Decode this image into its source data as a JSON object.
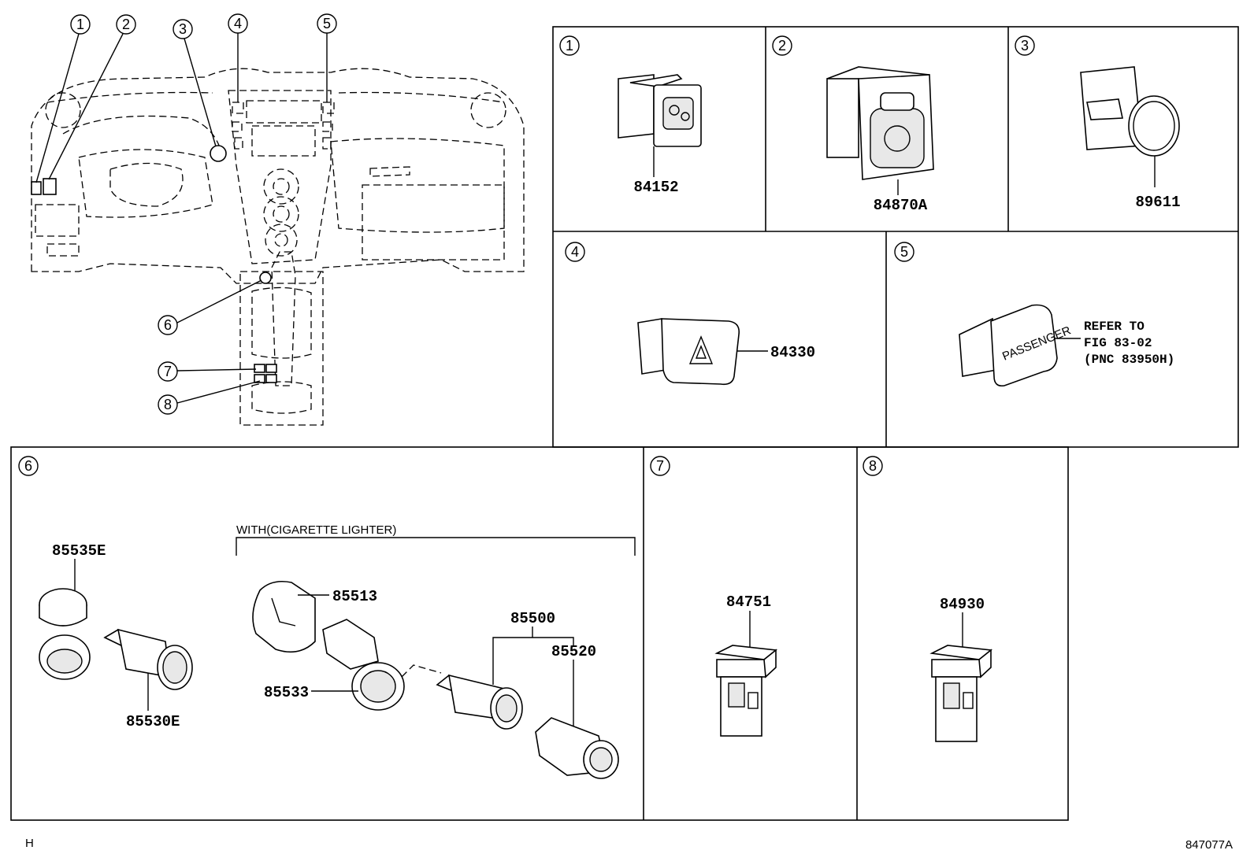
{
  "overview": {
    "callouts": [
      "1",
      "2",
      "3",
      "4",
      "5",
      "6",
      "7",
      "8"
    ]
  },
  "panels": [
    {
      "num": "1",
      "parts": [
        "84152"
      ]
    },
    {
      "num": "2",
      "parts": [
        "84870A"
      ]
    },
    {
      "num": "3",
      "parts": [
        "89611"
      ]
    },
    {
      "num": "4",
      "parts": [
        "84330"
      ]
    },
    {
      "num": "5",
      "parts": [],
      "refer": [
        "REFER TO",
        "FIG 83-02",
        "(PNC 83950H)"
      ],
      "label_on_part": "PASSENGER"
    },
    {
      "num": "6",
      "parts": [
        "85535E",
        "85530E",
        "85513",
        "85533",
        "85500",
        "85520"
      ],
      "group_label": "WITH(CIGARETTE LIGHTER)"
    },
    {
      "num": "7",
      "parts": [
        "84751"
      ]
    },
    {
      "num": "8",
      "parts": [
        "84930"
      ]
    }
  ],
  "footer": {
    "left": "H",
    "right": "847077A"
  }
}
